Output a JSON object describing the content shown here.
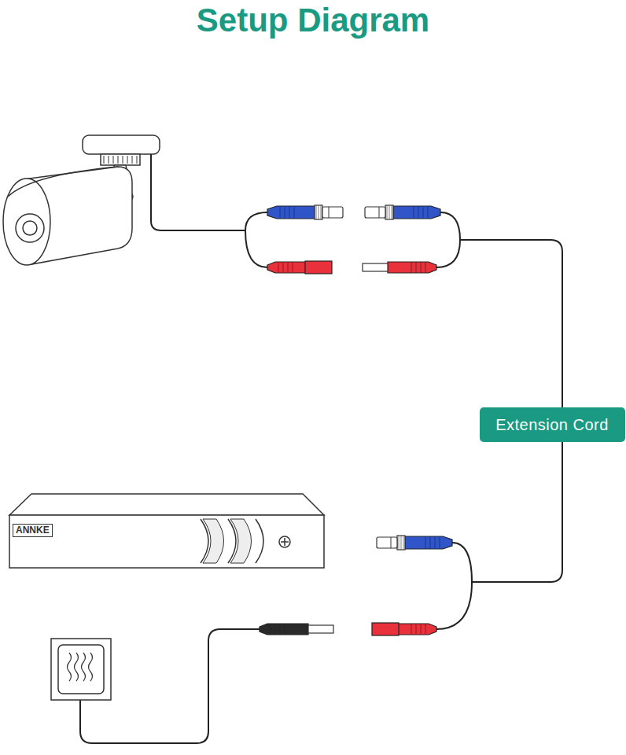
{
  "diagram": {
    "title": "Setup Diagram",
    "nodes": [
      {
        "text": [
          "Extension Cord"
        ]
      }
    ],
    "labels": [
      "ANNKE"
    ]
  }
}
